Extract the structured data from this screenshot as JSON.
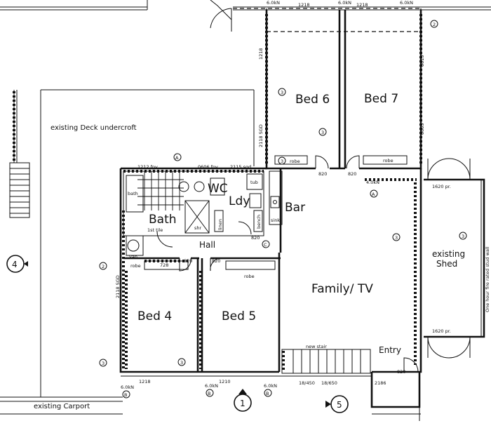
{
  "rooms": {
    "bed6": "Bed 6",
    "bed7": "Bed 7",
    "bed4": "Bed 4",
    "bed5": "Bed 5",
    "bath": "Bath",
    "wc": "WC",
    "ldy": "Ldy",
    "bar": "Bar",
    "hall": "Hall",
    "family_tv": "Family/ TV",
    "entry": "Entry",
    "existing_shed_1": "existing",
    "existing_shed_2": "Shed"
  },
  "labels": {
    "deck_undercroft": "existing Deck undercroft",
    "carport": "existing Carport",
    "new_stair": "new stair",
    "shed_wall_note": "One hour fire rated stud wall",
    "robe": "robe",
    "bath_fixture": "bath",
    "shr": "shr",
    "linen": "linen",
    "tub": "tub",
    "bench": "bench",
    "sink": "sink",
    "van": "van",
    "tile": "tile",
    "tiled": "1st tile"
  },
  "dimensions": {
    "d1218": "1218",
    "d820": "820",
    "d728": "728",
    "d1210": "1210",
    "d2186": "2186",
    "d1620pr": "1620 pr.",
    "d1212fpv": "1212 fpv",
    "d0606fpv": "0606 fpv",
    "d2115sgd": "2115 sgd",
    "d2118sgd": "2118 SGD",
    "d0615": "0615",
    "d0605": "0605",
    "d6kn": "6.0kN",
    "d4kn": "4.0kN",
    "stair_a": "18/450",
    "stair_b": "18/650"
  },
  "markers": {
    "m1": "1",
    "m4": "4",
    "m5": "5",
    "circled_2": "2",
    "circled_3": "3",
    "circled_a": "A",
    "circled_b": "B",
    "circled_c": "C"
  }
}
